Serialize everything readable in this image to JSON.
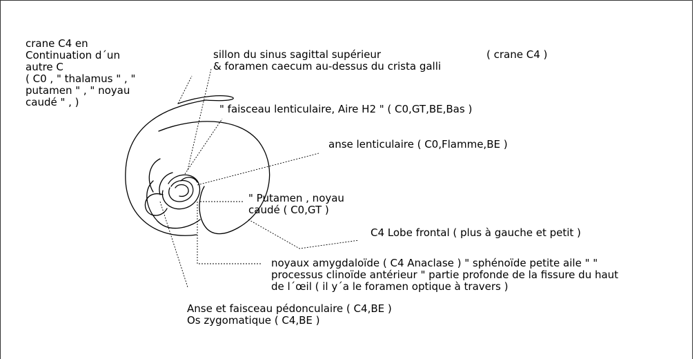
{
  "labels": {
    "crane_c4_note": "crane C4 en\nContinuation d´un\nautre C\n( C0 , \" thalamus \" , \"\nputamen \" , \" noyau\ncaudé \" , )",
    "sillon_sinus": "sillon du sinus sagittal supérieur\n& foramen caecum au-dessus du crista galli",
    "crane_c4_tag": "( crane C4 )",
    "faisceau_lenticulaire": "\" faisceau lenticulaire, Aire H2 \" ( C0,GT,BE,Bas )",
    "anse_lenticulaire": "anse lenticulaire ( C0,Flamme,BE )",
    "putamen_noyau": "\" Putamen , noyau\ncaudé ( C0,GT )",
    "lobe_frontal": "C4 Lobe frontal ( plus à gauche et petit )",
    "noyaux_amygdaloide": "noyaux amygdaloïde ( C4 Anaclase ) \" sphénoïde petite aile \" \"\nprocessus clinoïde antérieur \" partie profonde de la fissure du haut\nde l´œil ( il y´a le foramen optique à travers )",
    "anse_pedonculaire": "Anse et faisceau pédonculaire ( C4,BE )\nOs zygomatique ( C4,BE )"
  },
  "colors": {
    "ink": "#000000",
    "background": "#ffffff",
    "frame": "#333333"
  }
}
